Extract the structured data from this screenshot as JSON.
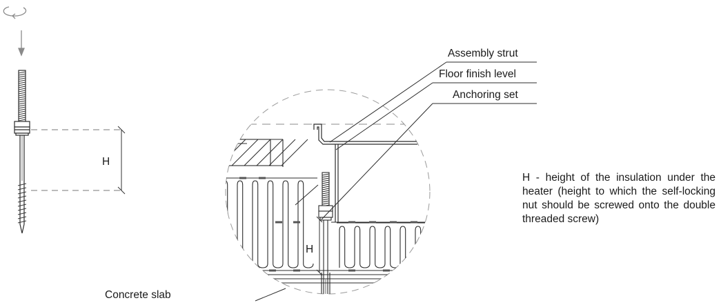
{
  "labels": {
    "assembly_strut": "Assembly strut",
    "floor_finish_level": "Floor finish level",
    "anchoring_set": "Anchoring set",
    "concrete_slab": "Concrete slab",
    "height_left": "H",
    "height_detail": "H"
  },
  "note": "H - height of the insulation under the heater (height to which the self-locking nut should be screwed onto the double threaded screw)",
  "colors": {
    "line": "#2b2b2b",
    "dashed": "#9a9a9a",
    "thread": "#3a3a3a"
  },
  "icons": {
    "rotation": "rotate-arrow-icon",
    "down": "arrow-down-icon"
  }
}
